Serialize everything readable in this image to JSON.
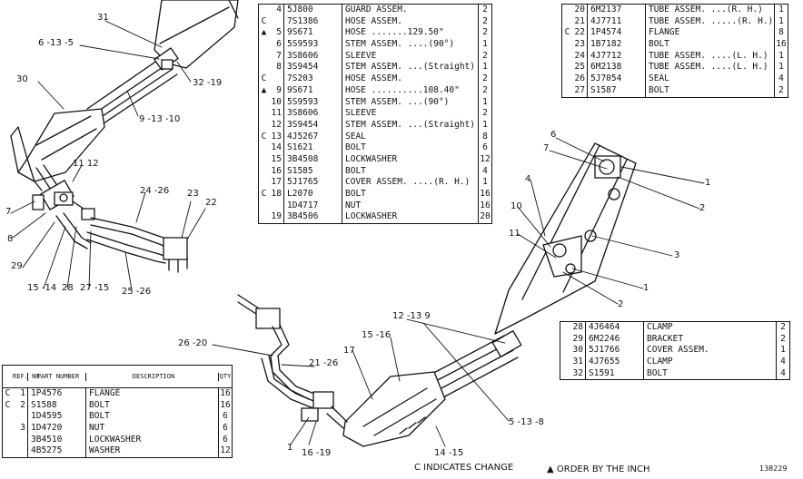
{
  "table_top": {
    "rows": [
      {
        "code": "",
        "ref": "4",
        "part": "5J800",
        "desc": "GUARD ASSEM.",
        "qty": "2"
      },
      {
        "code": "C",
        "ref": "",
        "part": "7S1386",
        "desc": "HOSE ASSEM.",
        "qty": "2"
      },
      {
        "code": "▲",
        "ref": "5",
        "part": "9S671",
        "desc": "HOSE .......129.50\"",
        "qty": "2"
      },
      {
        "code": "",
        "ref": "6",
        "part": "5S9593",
        "desc": "STEM ASSEM. ....(90°)",
        "qty": "1"
      },
      {
        "code": "",
        "ref": "7",
        "part": "3S8606",
        "desc": "SLEEVE",
        "qty": "2"
      },
      {
        "code": "",
        "ref": "8",
        "part": "3S9454",
        "desc": "STEM ASSEM. ...(Straight)",
        "qty": "1"
      },
      {
        "code": "C",
        "ref": "",
        "part": "7S203",
        "desc": "HOSE ASSEM.",
        "qty": "2"
      },
      {
        "code": "▲",
        "ref": "9",
        "part": "9S671",
        "desc": "HOSE ..........108.40\"",
        "qty": "2"
      },
      {
        "code": "",
        "ref": "10",
        "part": "5S9593",
        "desc": "STEM ASSEM. ...(90°)",
        "qty": "1"
      },
      {
        "code": "",
        "ref": "11",
        "part": "3S8606",
        "desc": "SLEEVE",
        "qty": "2"
      },
      {
        "code": "",
        "ref": "12",
        "part": "3S9454",
        "desc": "STEM ASSEM. ...(Straight)",
        "qty": "1"
      },
      {
        "code": "C",
        "ref": "13",
        "part": "4J5267",
        "desc": "SEAL",
        "qty": "8"
      },
      {
        "code": "",
        "ref": "14",
        "part": "S1621",
        "desc": "BOLT",
        "qty": "6"
      },
      {
        "code": "",
        "ref": "15",
        "part": "3B4508",
        "desc": "LOCKWASHER",
        "qty": "12"
      },
      {
        "code": "",
        "ref": "16",
        "part": "S1585",
        "desc": "BOLT",
        "qty": "4"
      },
      {
        "code": "",
        "ref": "17",
        "part": "5J1765",
        "desc": "COVER ASSEM. ....(R. H.)",
        "qty": "1"
      },
      {
        "code": "C",
        "ref": "18",
        "part": "L2070",
        "desc": "BOLT",
        "qty": "16"
      },
      {
        "code": "",
        "ref": "",
        "part": "1D4717",
        "desc": "NUT",
        "qty": "16"
      },
      {
        "code": "",
        "ref": "19",
        "part": "3B4506",
        "desc": "LOCKWASHER",
        "qty": "20"
      }
    ]
  },
  "table_right_top": {
    "rows": [
      {
        "code": "",
        "ref": "20",
        "part": "6M2137",
        "desc": "TUBE ASSEM. ...(R. H.)",
        "qty": "1"
      },
      {
        "code": "",
        "ref": "21",
        "part": "4J7711",
        "desc": "TUBE ASSEM. .....(R. H.)",
        "qty": "1"
      },
      {
        "code": "C",
        "ref": "22",
        "part": "1P4574",
        "desc": "FLANGE",
        "qty": "8"
      },
      {
        "code": "",
        "ref": "23",
        "part": "1B7182",
        "desc": "BOLT",
        "qty": "16"
      },
      {
        "code": "",
        "ref": "24",
        "part": "4J7712",
        "desc": "TUBE ASSEM. ....(L. H.)",
        "qty": "1"
      },
      {
        "code": "",
        "ref": "25",
        "part": "6M2138",
        "desc": "TUBE ASSEM. ....(L. H.)",
        "qty": "1"
      },
      {
        "code": "",
        "ref": "26",
        "part": "5J7054",
        "desc": "SEAL",
        "qty": "4"
      },
      {
        "code": "",
        "ref": "27",
        "part": "S1587",
        "desc": "BOLT",
        "qty": "2"
      }
    ]
  },
  "table_right_bottom": {
    "rows": [
      {
        "code": "",
        "ref": "28",
        "part": "4J6464",
        "desc": "CLAMP",
        "qty": "2"
      },
      {
        "code": "",
        "ref": "29",
        "part": "6M2246",
        "desc": "BRACKET",
        "qty": "2"
      },
      {
        "code": "",
        "ref": "30",
        "part": "5J1766",
        "desc": "COVER ASSEM.",
        "qty": "1"
      },
      {
        "code": "",
        "ref": "31",
        "part": "4J7655",
        "desc": "CLAMP",
        "qty": "4"
      },
      {
        "code": "",
        "ref": "32",
        "part": "S1591",
        "desc": "BOLT",
        "qty": "4"
      }
    ]
  },
  "table_bottom_left": {
    "headers": {
      "ref": "REF. NO.",
      "part": "PART NUMBER",
      "desc": "DESCRIPTION",
      "qty": "QTY"
    },
    "rows": [
      {
        "code": "C",
        "ref": "1",
        "part": "1P4576",
        "desc": "FLANGE",
        "qty": "16"
      },
      {
        "code": "C",
        "ref": "2",
        "part": "S1588",
        "desc": "BOLT",
        "qty": "16"
      },
      {
        "code": "",
        "ref": "",
        "part": "1D4595",
        "desc": "BOLT",
        "qty": "6"
      },
      {
        "code": "",
        "ref": "3",
        "part": "1D4720",
        "desc": "NUT",
        "qty": "6"
      },
      {
        "code": "",
        "ref": "",
        "part": "3B4510",
        "desc": "LOCKWASHER",
        "qty": "6"
      },
      {
        "code": "",
        "ref": "",
        "part": "4B5275",
        "desc": "WASHER",
        "qty": "12"
      }
    ]
  },
  "footer": {
    "change_note": "C INDICATES CHANGE",
    "inch_note": "▲ ORDER BY THE INCH",
    "drawing_no": "138229"
  },
  "callouts": [
    {
      "id": "c31",
      "text": "31"
    },
    {
      "id": "c6135",
      "text": "6 -13 -5"
    },
    {
      "id": "c3219",
      "text": "32 -19"
    },
    {
      "id": "c30",
      "text": "30"
    },
    {
      "id": "c91310",
      "text": "9 -13 -10"
    },
    {
      "id": "c1112",
      "text": "11 12"
    },
    {
      "id": "c7",
      "text": "7"
    },
    {
      "id": "c8",
      "text": "8"
    },
    {
      "id": "c2426",
      "text": "24 -26"
    },
    {
      "id": "c23",
      "text": "23"
    },
    {
      "id": "c22",
      "text": "22"
    },
    {
      "id": "c29",
      "text": "29"
    },
    {
      "id": "c1514",
      "text": "15 -14"
    },
    {
      "id": "c28",
      "text": "28"
    },
    {
      "id": "c2715",
      "text": "27 -15"
    },
    {
      "id": "c2526",
      "text": "25 -26"
    },
    {
      "id": "r6",
      "text": "6"
    },
    {
      "id": "r7",
      "text": "7"
    },
    {
      "id": "r4",
      "text": "4"
    },
    {
      "id": "r1a",
      "text": "1"
    },
    {
      "id": "r2a",
      "text": "2"
    },
    {
      "id": "r10",
      "text": "10"
    },
    {
      "id": "r11",
      "text": "11"
    },
    {
      "id": "r3",
      "text": "3"
    },
    {
      "id": "r1b",
      "text": "1"
    },
    {
      "id": "r2b",
      "text": "2"
    },
    {
      "id": "c12139",
      "text": "12 -13 9"
    },
    {
      "id": "c2620",
      "text": "26 -20"
    },
    {
      "id": "c1516",
      "text": "15 -16"
    },
    {
      "id": "c17",
      "text": "17"
    },
    {
      "id": "c2126",
      "text": "21 -26"
    },
    {
      "id": "c5138",
      "text": "5 -13 -8"
    },
    {
      "id": "c1",
      "text": "1"
    },
    {
      "id": "c1619",
      "text": "16 -19"
    },
    {
      "id": "c1415",
      "text": "14 -15"
    }
  ]
}
